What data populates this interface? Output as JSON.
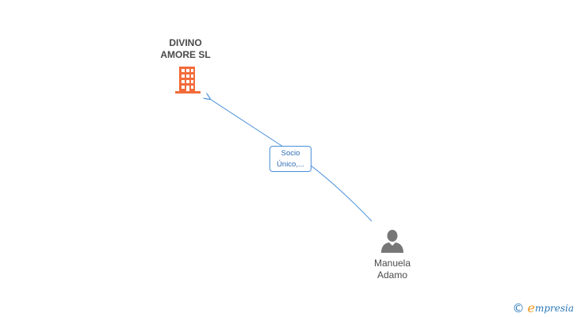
{
  "company": {
    "name_line1": "DIVINO",
    "name_line2": "AMORE SL",
    "icon": "building-icon",
    "icon_color": "#f26b3a"
  },
  "person": {
    "name_line1": "Manuela",
    "name_line2": "Adamo",
    "icon": "person-icon",
    "icon_color": "#777777"
  },
  "relation": {
    "label_line1": "Socio",
    "label_line2": "Único,..."
  },
  "colors": {
    "edge": "#4a90d9",
    "text": "#4a4a4a"
  },
  "footer": {
    "copyright_symbol": "©",
    "brand_mark": "e",
    "brand_name": "mpresia"
  }
}
